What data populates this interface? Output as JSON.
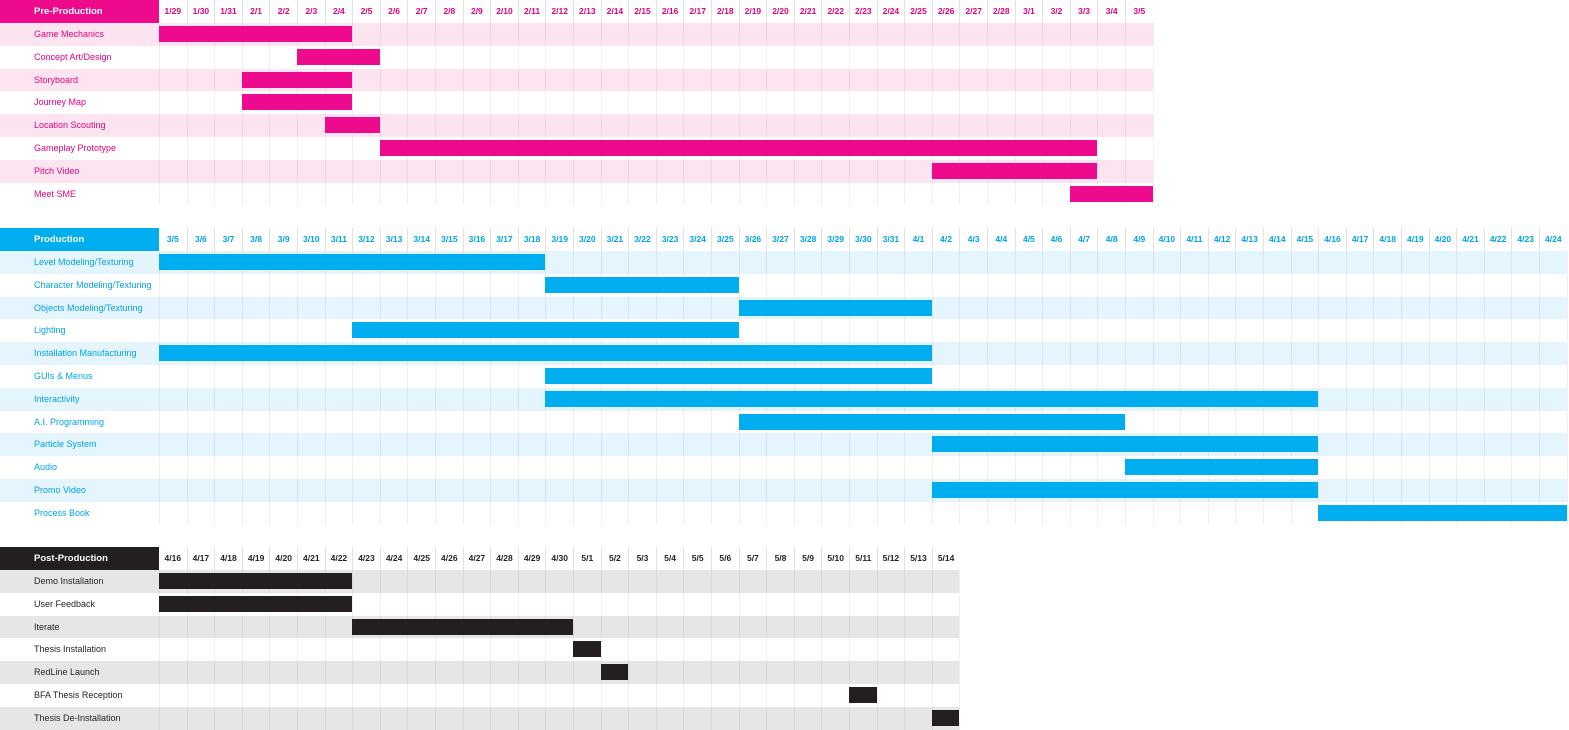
{
  "chart_data": [
    {
      "type": "gantt",
      "title": "Pre-Production",
      "colors": {
        "accent": "#ee0a8c",
        "stripe": "#fde4f1",
        "text": "#e6007e",
        "header_text": "#e6007e"
      },
      "days": [
        "1/29",
        "1/30",
        "1/31",
        "2/1",
        "2/2",
        "2/3",
        "2/4",
        "2/5",
        "2/6",
        "2/7",
        "2/8",
        "2/9",
        "2/10",
        "2/11",
        "2/12",
        "2/13",
        "2/14",
        "2/15",
        "2/16",
        "2/17",
        "2/18",
        "2/19",
        "2/20",
        "2/21",
        "2/22",
        "2/23",
        "2/24",
        "2/25",
        "2/26",
        "2/27",
        "2/28",
        "3/1",
        "3/2",
        "3/3",
        "3/4",
        "3/5"
      ],
      "tasks": [
        {
          "name": "Game Mechanics",
          "start": "1/29",
          "end": "2/4"
        },
        {
          "name": "Concept Art/Design",
          "start": "2/3",
          "end": "2/5"
        },
        {
          "name": "Storyboard",
          "start": "2/1",
          "end": "2/4"
        },
        {
          "name": "Journey Map",
          "start": "2/1",
          "end": "2/4"
        },
        {
          "name": "Location Scouting",
          "start": "2/4",
          "end": "2/5"
        },
        {
          "name": "Gameplay Prototype",
          "start": "2/6",
          "end": "3/3"
        },
        {
          "name": "Pitch Video",
          "start": "2/26",
          "end": "3/3"
        },
        {
          "name": "Meet SME",
          "start": "3/3",
          "end": "3/5"
        }
      ]
    },
    {
      "type": "gantt",
      "title": "Production",
      "colors": {
        "accent": "#00aeef",
        "stripe": "#e5f5fd",
        "text": "#00a3e6",
        "header_text": "#00a3e6"
      },
      "days": [
        "3/5",
        "3/6",
        "3/7",
        "3/8",
        "3/9",
        "3/10",
        "3/11",
        "3/12",
        "3/13",
        "3/14",
        "3/15",
        "3/16",
        "3/17",
        "3/18",
        "3/19",
        "3/20",
        "3/21",
        "3/22",
        "3/23",
        "3/24",
        "3/25",
        "3/26",
        "3/27",
        "3/28",
        "3/29",
        "3/30",
        "3/31",
        "4/1",
        "4/2",
        "4/3",
        "4/4",
        "4/5",
        "4/6",
        "4/7",
        "4/8",
        "4/9",
        "4/10",
        "4/11",
        "4/12",
        "4/13",
        "4/14",
        "4/15",
        "4/16",
        "4/17",
        "4/18",
        "4/19",
        "4/20",
        "4/21",
        "4/22",
        "4/23",
        "4/24"
      ],
      "tasks": [
        {
          "name": "Level Modeling/Texturing",
          "start": "3/5",
          "end": "3/18"
        },
        {
          "name": "Character Modeling/Texturing",
          "start": "3/19",
          "end": "3/25"
        },
        {
          "name": "Objects Modeling/Texturing",
          "start": "3/26",
          "end": "4/1"
        },
        {
          "name": "Lighting",
          "start": "3/12",
          "end": "3/25"
        },
        {
          "name": "Installation Manufacturing",
          "start": "3/5",
          "end": "4/1"
        },
        {
          "name": "GUIs & Menus",
          "start": "3/19",
          "end": "4/1"
        },
        {
          "name": "Interactivity",
          "start": "3/19",
          "end": "4/15"
        },
        {
          "name": "A.I. Programming",
          "start": "3/26",
          "end": "4/8"
        },
        {
          "name": "Particle System",
          "start": "4/2",
          "end": "4/15"
        },
        {
          "name": "Audio",
          "start": "4/9",
          "end": "4/15"
        },
        {
          "name": "Promo Video",
          "start": "4/2",
          "end": "4/15"
        },
        {
          "name": "Process Book",
          "start": "4/16",
          "end": "4/24"
        }
      ]
    },
    {
      "type": "gantt",
      "title": "Post-Production",
      "colors": {
        "accent": "#231f20",
        "stripe": "#e6e6e6",
        "text": "#231f20",
        "header_text": "#231f20"
      },
      "days": [
        "4/16",
        "4/17",
        "4/18",
        "4/19",
        "4/20",
        "4/21",
        "4/22",
        "4/23",
        "4/24",
        "4/25",
        "4/26",
        "4/27",
        "4/28",
        "4/29",
        "4/30",
        "5/1",
        "5/2",
        "5/3",
        "5/4",
        "5/5",
        "5/6",
        "5/7",
        "5/8",
        "5/9",
        "5/10",
        "5/11",
        "5/12",
        "5/13",
        "5/14"
      ],
      "tasks": [
        {
          "name": "Demo Installation",
          "start": "4/16",
          "end": "4/22"
        },
        {
          "name": "User Feedback",
          "start": "4/16",
          "end": "4/22"
        },
        {
          "name": "Iterate",
          "start": "4/23",
          "end": "4/30"
        },
        {
          "name": "Thesis Installation",
          "start": "5/1",
          "end": "5/1"
        },
        {
          "name": "RedLine Launch",
          "start": "5/2",
          "end": "5/2"
        },
        {
          "name": "BFA Thesis Reception",
          "start": "5/11",
          "end": "5/11"
        },
        {
          "name": "Thesis De-Installation",
          "start": "5/14",
          "end": "5/14"
        }
      ]
    }
  ]
}
